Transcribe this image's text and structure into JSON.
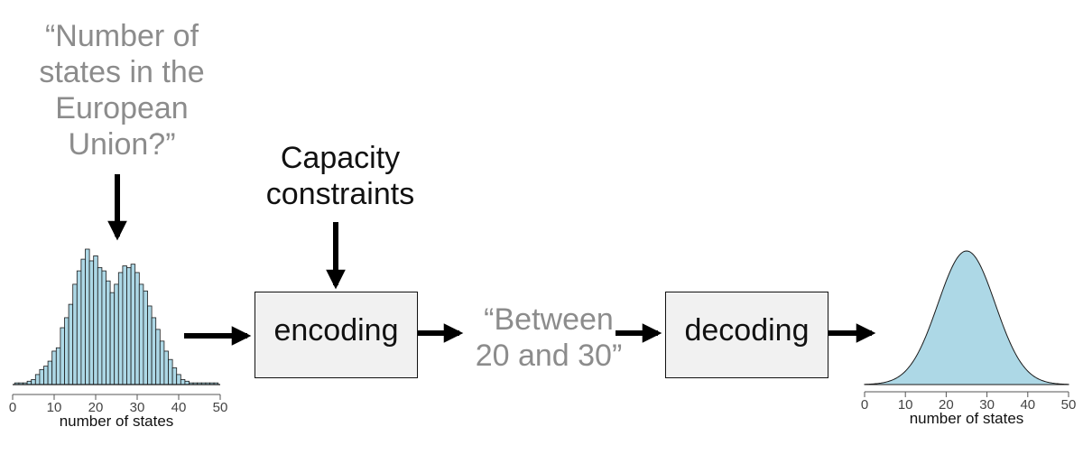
{
  "question": {
    "lines": [
      "“Number of",
      "states in the",
      "European",
      "Union?”"
    ]
  },
  "capacity": {
    "lines": [
      "Capacity",
      "constraints"
    ]
  },
  "encoding_label": "encoding",
  "decoding_label": "decoding",
  "message": {
    "lines": [
      "“Between",
      "20 and 30”"
    ]
  },
  "colors": {
    "fill": "#add8e6",
    "stroke": "#1a1a1a",
    "gray_text": "#8c8c8c"
  },
  "chart_data": [
    {
      "type": "bar",
      "xlabel": "number of states",
      "xticks": [
        0,
        10,
        20,
        30,
        40,
        50
      ],
      "xlim": [
        0,
        50
      ],
      "bin_width": 1,
      "x": [
        1,
        2,
        3,
        4,
        5,
        6,
        7,
        8,
        9,
        10,
        11,
        12,
        13,
        14,
        15,
        16,
        17,
        18,
        19,
        20,
        21,
        22,
        23,
        24,
        25,
        26,
        27,
        28,
        29,
        30,
        31,
        32,
        33,
        34,
        35,
        36,
        37,
        38,
        39,
        40,
        41,
        42,
        43,
        44,
        45,
        46,
        47,
        48,
        49
      ],
      "values": [
        1,
        1,
        1,
        2,
        3,
        6,
        9,
        11,
        14,
        20,
        22,
        34,
        40,
        48,
        60,
        68,
        75,
        81,
        74,
        77,
        70,
        68,
        62,
        55,
        60,
        67,
        71,
        70,
        72,
        67,
        60,
        56,
        47,
        40,
        33,
        26,
        20,
        15,
        10,
        6,
        3,
        2,
        1,
        1,
        1,
        1,
        1,
        1,
        1
      ]
    },
    {
      "type": "area",
      "xlabel": "number of states",
      "xticks": [
        0,
        10,
        20,
        30,
        40,
        50
      ],
      "xlim": [
        0,
        50
      ],
      "mean": 25,
      "sd": 7
    }
  ]
}
